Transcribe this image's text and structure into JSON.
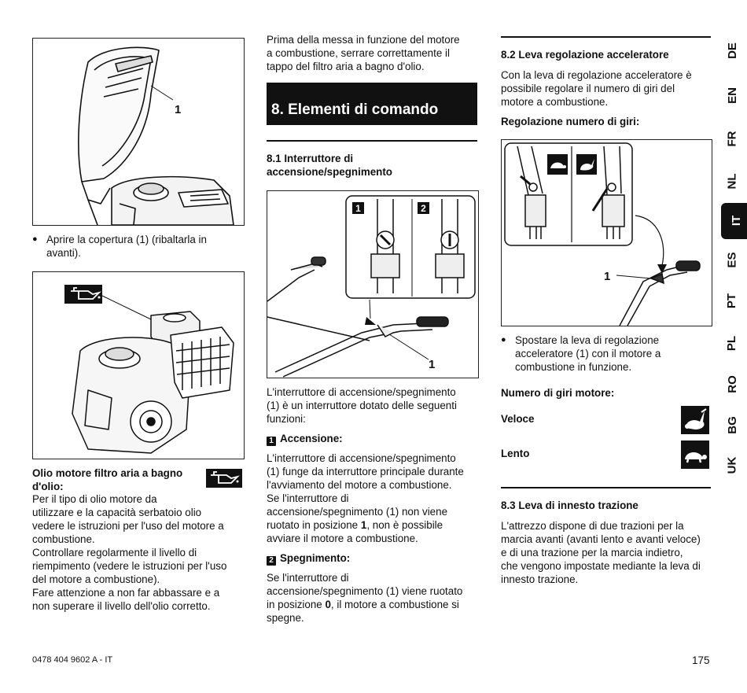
{
  "col1": {
    "fig1_label": "1",
    "bullet1": "Aprire la copertura (1) (ribaltarla in avanti).",
    "oil_heading": "Olio motore filtro aria a bagno d'olio:",
    "oil_paragraph_lines": [
      "Per il tipo di olio motore da",
      "utilizzare e la capacità serbatoio olio",
      "vedere le istruzioni per l'uso del motore a",
      "combustione.",
      "Controllare regolarmente il livello di",
      "riempimento (vedere le istruzioni per l'uso",
      "del motore a combustione).",
      "Fare attenzione a non far abbassare e a",
      "non superare il livello dell'olio corretto."
    ]
  },
  "col2": {
    "intro_lines": [
      "Prima della messa in funzione del motore",
      "a combustione, serrare correttamente il",
      "tappo del filtro aria a bagno d'olio."
    ],
    "chapter_title": "8. Elementi di comando",
    "s81_title_lines": [
      "8.1 Interruttore di",
      "accensione/spegnimento"
    ],
    "fig_labels": {
      "a": "1",
      "b": "2",
      "pointer": "1"
    },
    "s81_para_lines": [
      "L'interruttore di accensione/spegnimento",
      "(1) è un interruttore dotato delle seguenti",
      "funzioni:"
    ],
    "on_num": "1",
    "on_title": "Accensione:",
    "on_para_lines": [
      "L'interruttore di accensione/spegnimento",
      "(1) funge da interruttore principale durante",
      "l'avviamento del motore a combustione.",
      "Se l'interruttore di",
      "accensione/spegnimento (1) non viene",
      "ruotato in posizione ",
      "1",
      ", non è possibile",
      "avviare il motore a combustione."
    ],
    "off_num": "2",
    "off_title": "Spegnimento:",
    "off_para_lines": [
      "Se l'interruttore di",
      "accensione/spegnimento (1) viene ruotato",
      "in posizione ",
      "0",
      ", il motore a combustione si",
      "spegne."
    ]
  },
  "col3": {
    "s82_title": "8.2 Leva regolazione acceleratore",
    "s82_para_lines": [
      "Con la leva di regolazione acceleratore è",
      "possibile regolare il numero di giri del",
      "motore a combustione."
    ],
    "rpm_reg_title": "Regolazione numero di giri:",
    "fig_label": "1",
    "bullet_lines": [
      "Spostare la leva di regolazione",
      "acceleratore (1) con il motore a",
      "combustione in funzione."
    ],
    "rpm_title": "Numero di giri motore:",
    "fast_label": "Veloce",
    "slow_label": "Lento",
    "s83_title": "8.3 Leva di innesto trazione",
    "s83_para_lines": [
      "L'attrezzo dispone di due trazioni per la",
      "marcia avanti (avanti lento e avanti veloce)",
      "e di una trazione per la marcia indietro,",
      "che vengono impostate mediante la leva di",
      "innesto trazione."
    ]
  },
  "languages": [
    "DE",
    "EN",
    "FR",
    "NL",
    "IT",
    "ES",
    "PT",
    "PL",
    "RO",
    "BG",
    "UK"
  ],
  "active_language": "IT",
  "footer": {
    "doc_code": "0478 404 9602 A - IT",
    "page_number": "175"
  },
  "colors": {
    "ink": "#111111",
    "background": "#ffffff"
  }
}
